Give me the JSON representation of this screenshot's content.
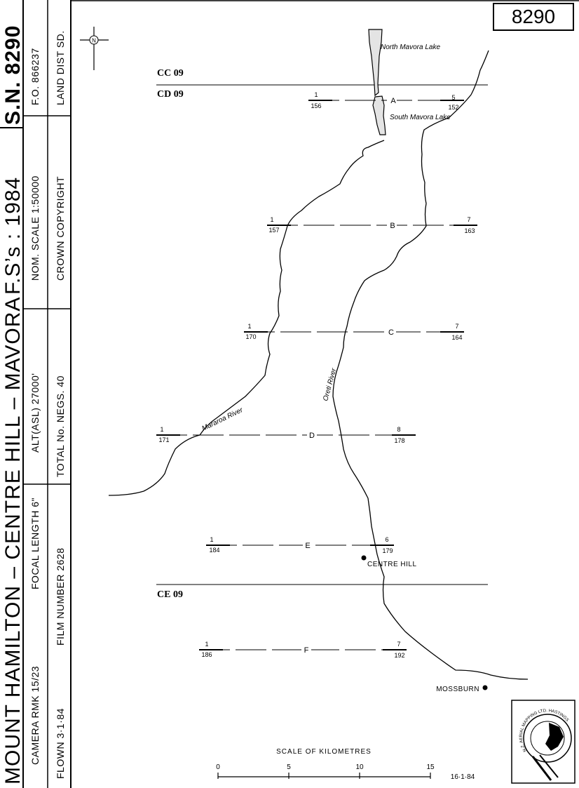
{
  "sheet_number": "8290",
  "side_panel": {
    "title": "MOUNT HAMILTON – CENTRE HILL – MAVORA",
    "fs_label": "F.S’s : 1984",
    "sn_label": "S.N. 8290",
    "camera": "CAMERA   RMK 15/23",
    "focal_length": "FOCAL LENGTH   6\"",
    "alt": "ALT(ASL)   27000'",
    "nom_scale": "NOM. SCALE   1:50000",
    "fo": "F.O.   866237",
    "flown": "FLOWN   3·1·84",
    "film_number": "FILM NUMBER   2628",
    "total_negs": "TOTAL No. NEGS.   40",
    "crown_copyright": "CROWN   COPYRIGHT",
    "land_dist": "LAND DIST   SD."
  },
  "map": {
    "grid_labels": [
      "CC 09",
      "CD 09",
      "CE 09"
    ],
    "places": {
      "north_lake": "North Mavora Lake",
      "south_lake": "South Mavora Lake",
      "oreti": "Oreti River",
      "mararoa": "Mararoa River",
      "centre_hill": "CENTRE HILL",
      "mossburn": "MOSSBURN"
    },
    "flight_lines": [
      {
        "letter": "A",
        "start_run": "1",
        "start_neg": "156",
        "end_run": "5",
        "end_neg": "152"
      },
      {
        "letter": "B",
        "start_run": "1",
        "start_neg": "157",
        "end_run": "7",
        "end_neg": "163"
      },
      {
        "letter": "C",
        "start_run": "1",
        "start_neg": "170",
        "end_run": "7",
        "end_neg": "164"
      },
      {
        "letter": "D",
        "start_run": "1",
        "start_neg": "171",
        "end_run": "8",
        "end_neg": "178"
      },
      {
        "letter": "E",
        "start_run": "1",
        "start_neg": "184",
        "end_run": "6",
        "end_neg": "179"
      },
      {
        "letter": "F",
        "start_run": "1",
        "start_neg": "186",
        "end_run": "7",
        "end_neg": "192"
      }
    ],
    "scale": {
      "label": "SCALE   OF   KILOMETRES",
      "ticks": [
        "0",
        "5",
        "10",
        "15"
      ]
    },
    "date": "16·1·84",
    "north_symbol": "N",
    "logo_text": "N.Z. AERIAL MAPPING LTD. HASTINGS"
  }
}
